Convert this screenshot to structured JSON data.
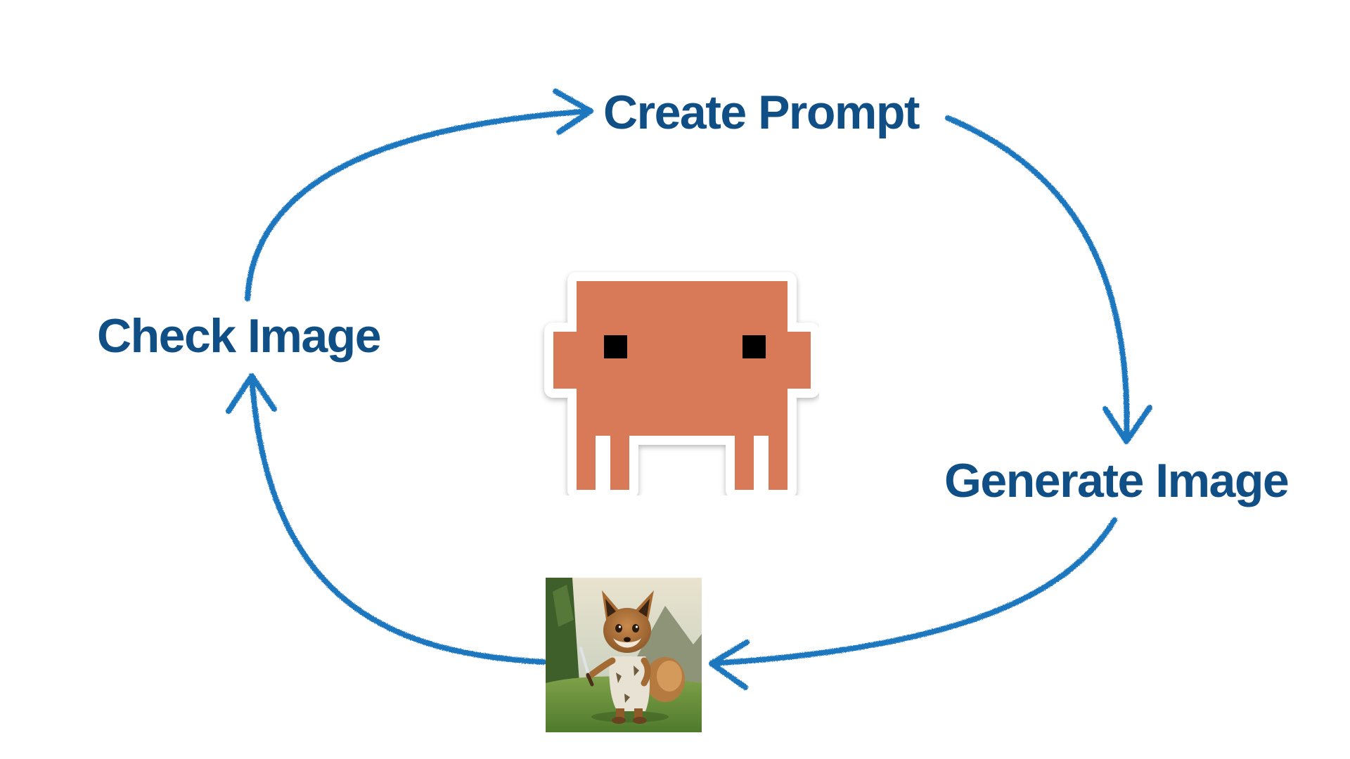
{
  "diagram": {
    "steps": {
      "create_prompt": "Create Prompt",
      "generate_image": "Generate Image",
      "check_image": "Check Image"
    },
    "colors": {
      "label": "#0f4f86",
      "arrow": "#1f77bf",
      "mascot": "#d87a58",
      "mascot_eyes": "#000000"
    },
    "icons": {
      "center": "pixel-mascot-icon",
      "result": "fox-character-image"
    }
  }
}
